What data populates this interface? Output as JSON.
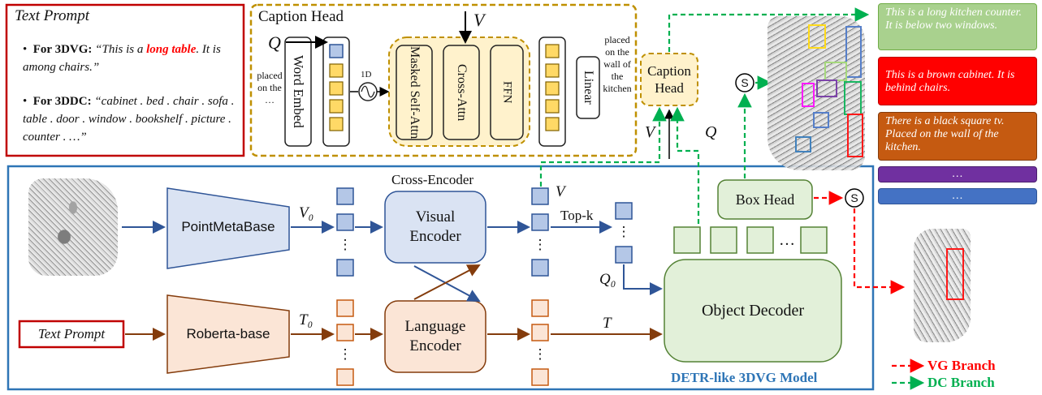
{
  "prompt_panel": {
    "title": "Text Prompt",
    "vg_label": "For 3DVG:",
    "vg_text_1": "“This is a ",
    "vg_highlight": "long table",
    "vg_text_2": ". It is among chairs.”",
    "dc_label": "For 3DDC:",
    "dc_text": "“cabinet . bed . chair . sofa . table . door . window . bookshelf . picture . counter . …”"
  },
  "caption_head_detail": {
    "title": "Caption Head",
    "q_symbol": "Q",
    "v_symbol": "V",
    "word_embed": "Word Embed",
    "left_note": "placed on the …",
    "pos_label": "1D",
    "masked_attn": "Masked Self-Attn",
    "cross_attn": "Cross-Attn",
    "ffn": "FFN",
    "linear": "Linear",
    "right_note": "placed on the wall of the kitchen"
  },
  "caption_head_box": {
    "label": "Caption Head",
    "v_symbol": "V",
    "q_symbol": "Q"
  },
  "model": {
    "title": "DETR-like 3DVG Model",
    "point_backbone": "PointMetaBase",
    "text_backbone": "Roberta-base",
    "cross_encoder_label": "Cross-Encoder",
    "visual_encoder": "Visual Encoder",
    "language_encoder": "Language Encoder",
    "object_decoder": "Object Decoder",
    "box_head": "Box Head",
    "text_prompt_box": "Text Prompt",
    "v0": "V₀",
    "t0": "T₀",
    "v": "V",
    "t": "T",
    "q0": "Q₀",
    "topk": "Top-k",
    "dots": "⋮",
    "hdots": "…",
    "select_symbol": "S"
  },
  "captions": [
    {
      "text": "This is a long kitchen counter. It is below two windows.",
      "color": "#a9d18e"
    },
    {
      "text": "This is a brown cabinet. It is behind chairs.",
      "color": "#ff0000"
    },
    {
      "text": "There is a black square tv. Placed on the wall of the kitchen.",
      "color": "#c55a11"
    },
    {
      "text": "…",
      "color": "#7030a0"
    },
    {
      "text": "…",
      "color": "#4472c4"
    }
  ],
  "legend": {
    "vg": "VG Branch",
    "dc": "DC Branch",
    "vg_color": "#ff0000",
    "dc_color": "#00b050"
  }
}
